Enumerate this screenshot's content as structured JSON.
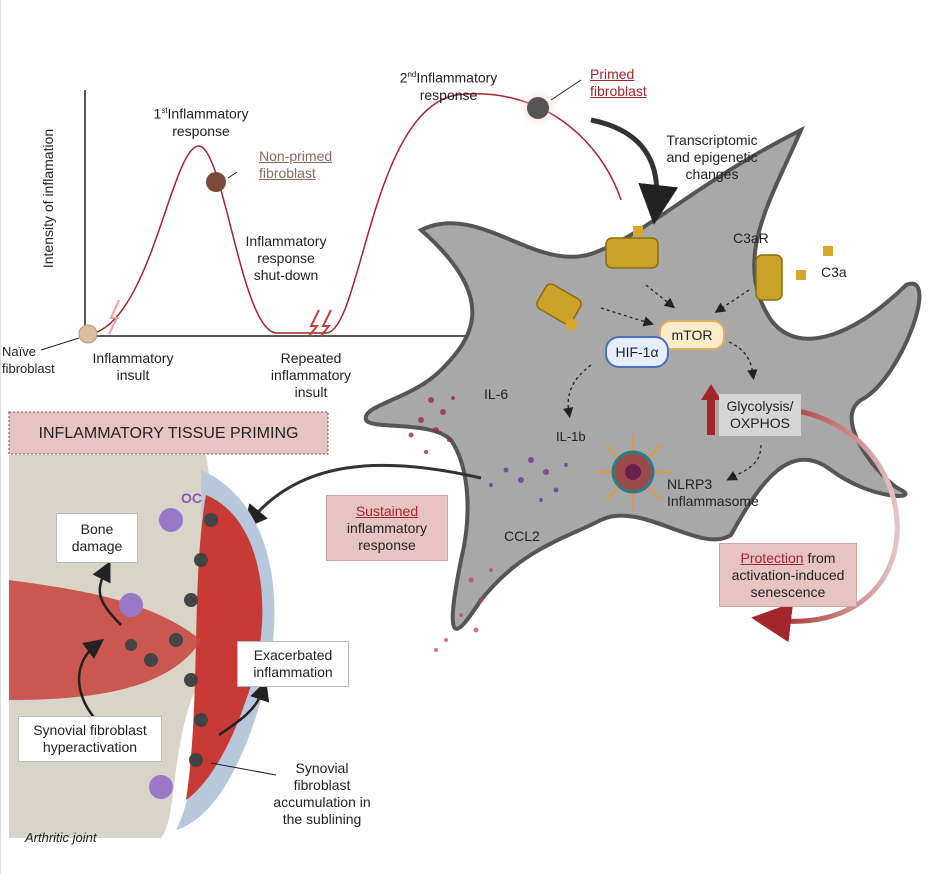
{
  "graph": {
    "y_axis_label": "Intensity of inflamation",
    "first_response": "1st Inflammatory response",
    "first_sup": "st",
    "second_sup": "nd",
    "first_response_line1": "Inflammatory",
    "response_word": "response",
    "second_response_line1": "Inflammatory",
    "non_primed": [
      "Non-primed",
      "fibroblast"
    ],
    "primed": [
      "Primed",
      "fibroblast"
    ],
    "shutdown": [
      "Inflammatory",
      "response",
      "shut-down"
    ],
    "naive": [
      "Naïve",
      "fibroblast"
    ],
    "insult": [
      "Inflammatory",
      "insult"
    ],
    "repeated_insult": [
      "Repeated",
      "inflammatory",
      "insult"
    ]
  },
  "cell": {
    "transcriptomic": [
      "Transcriptomic",
      "and epigenetic",
      "changes"
    ],
    "c3ar": "C3aR",
    "c3a": "C3a",
    "mtor": "mTOR",
    "hif": "HIF-1α",
    "glycolysis": [
      "Glycolysis/",
      "OXPHOS"
    ],
    "il6": "IL-6",
    "il1b": "IL-1b",
    "nlrp3": [
      "NLRP3",
      "Inflammasome"
    ],
    "ccl2": "CCL2",
    "protection": {
      "underlined": "Protection",
      "rest1": " from",
      "line2": "activation-induced",
      "line3": "senescence"
    },
    "sustained": {
      "underlined": "Sustained",
      "line2": "inflammatory",
      "line3": "response"
    }
  },
  "joint": {
    "title": "INFLAMMATORY TISSUE PRIMING",
    "oc": "OC",
    "bone_damage": [
      "Bone",
      "damage"
    ],
    "exacerbated": [
      "Exacerbated",
      "inflammation"
    ],
    "hyperactivation": [
      "Synovial fibroblast",
      "hyperactivation"
    ],
    "accumulation": [
      "Synovial",
      "fibroblast",
      "accumulation in",
      "the sublining"
    ],
    "caption": "Arthritic joint"
  },
  "colors": {
    "curve": "#a3262a",
    "cell": "#a8a8a8",
    "accent_red": "#a3262a",
    "receptor": "#c9a227",
    "pink_box": "#e7c4c4",
    "oc": "#8a5bb5"
  }
}
